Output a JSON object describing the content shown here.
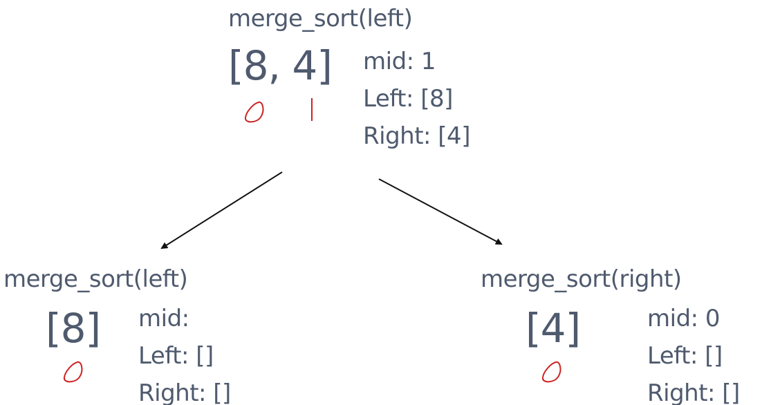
{
  "root": {
    "title": "merge_sort(left)",
    "array": "[8, 4]",
    "mid": "mid: 1",
    "left": "Left: [8]",
    "right": "Right: [4]",
    "index_labels": [
      "0",
      "1"
    ]
  },
  "child_left": {
    "title": "merge_sort(left)",
    "array": "[8]",
    "mid": "mid:",
    "left": "Left: []",
    "right": "Right: []",
    "index_labels": [
      "0"
    ]
  },
  "child_right": {
    "title": "merge_sort(right)",
    "array": "[4]",
    "mid": "mid: 0",
    "left": "Left: []",
    "right": "Right: []",
    "index_labels": [
      "0"
    ]
  },
  "colors": {
    "text": "#4f5a6e",
    "annotation": "#cc2222",
    "arrow": "#111111"
  }
}
